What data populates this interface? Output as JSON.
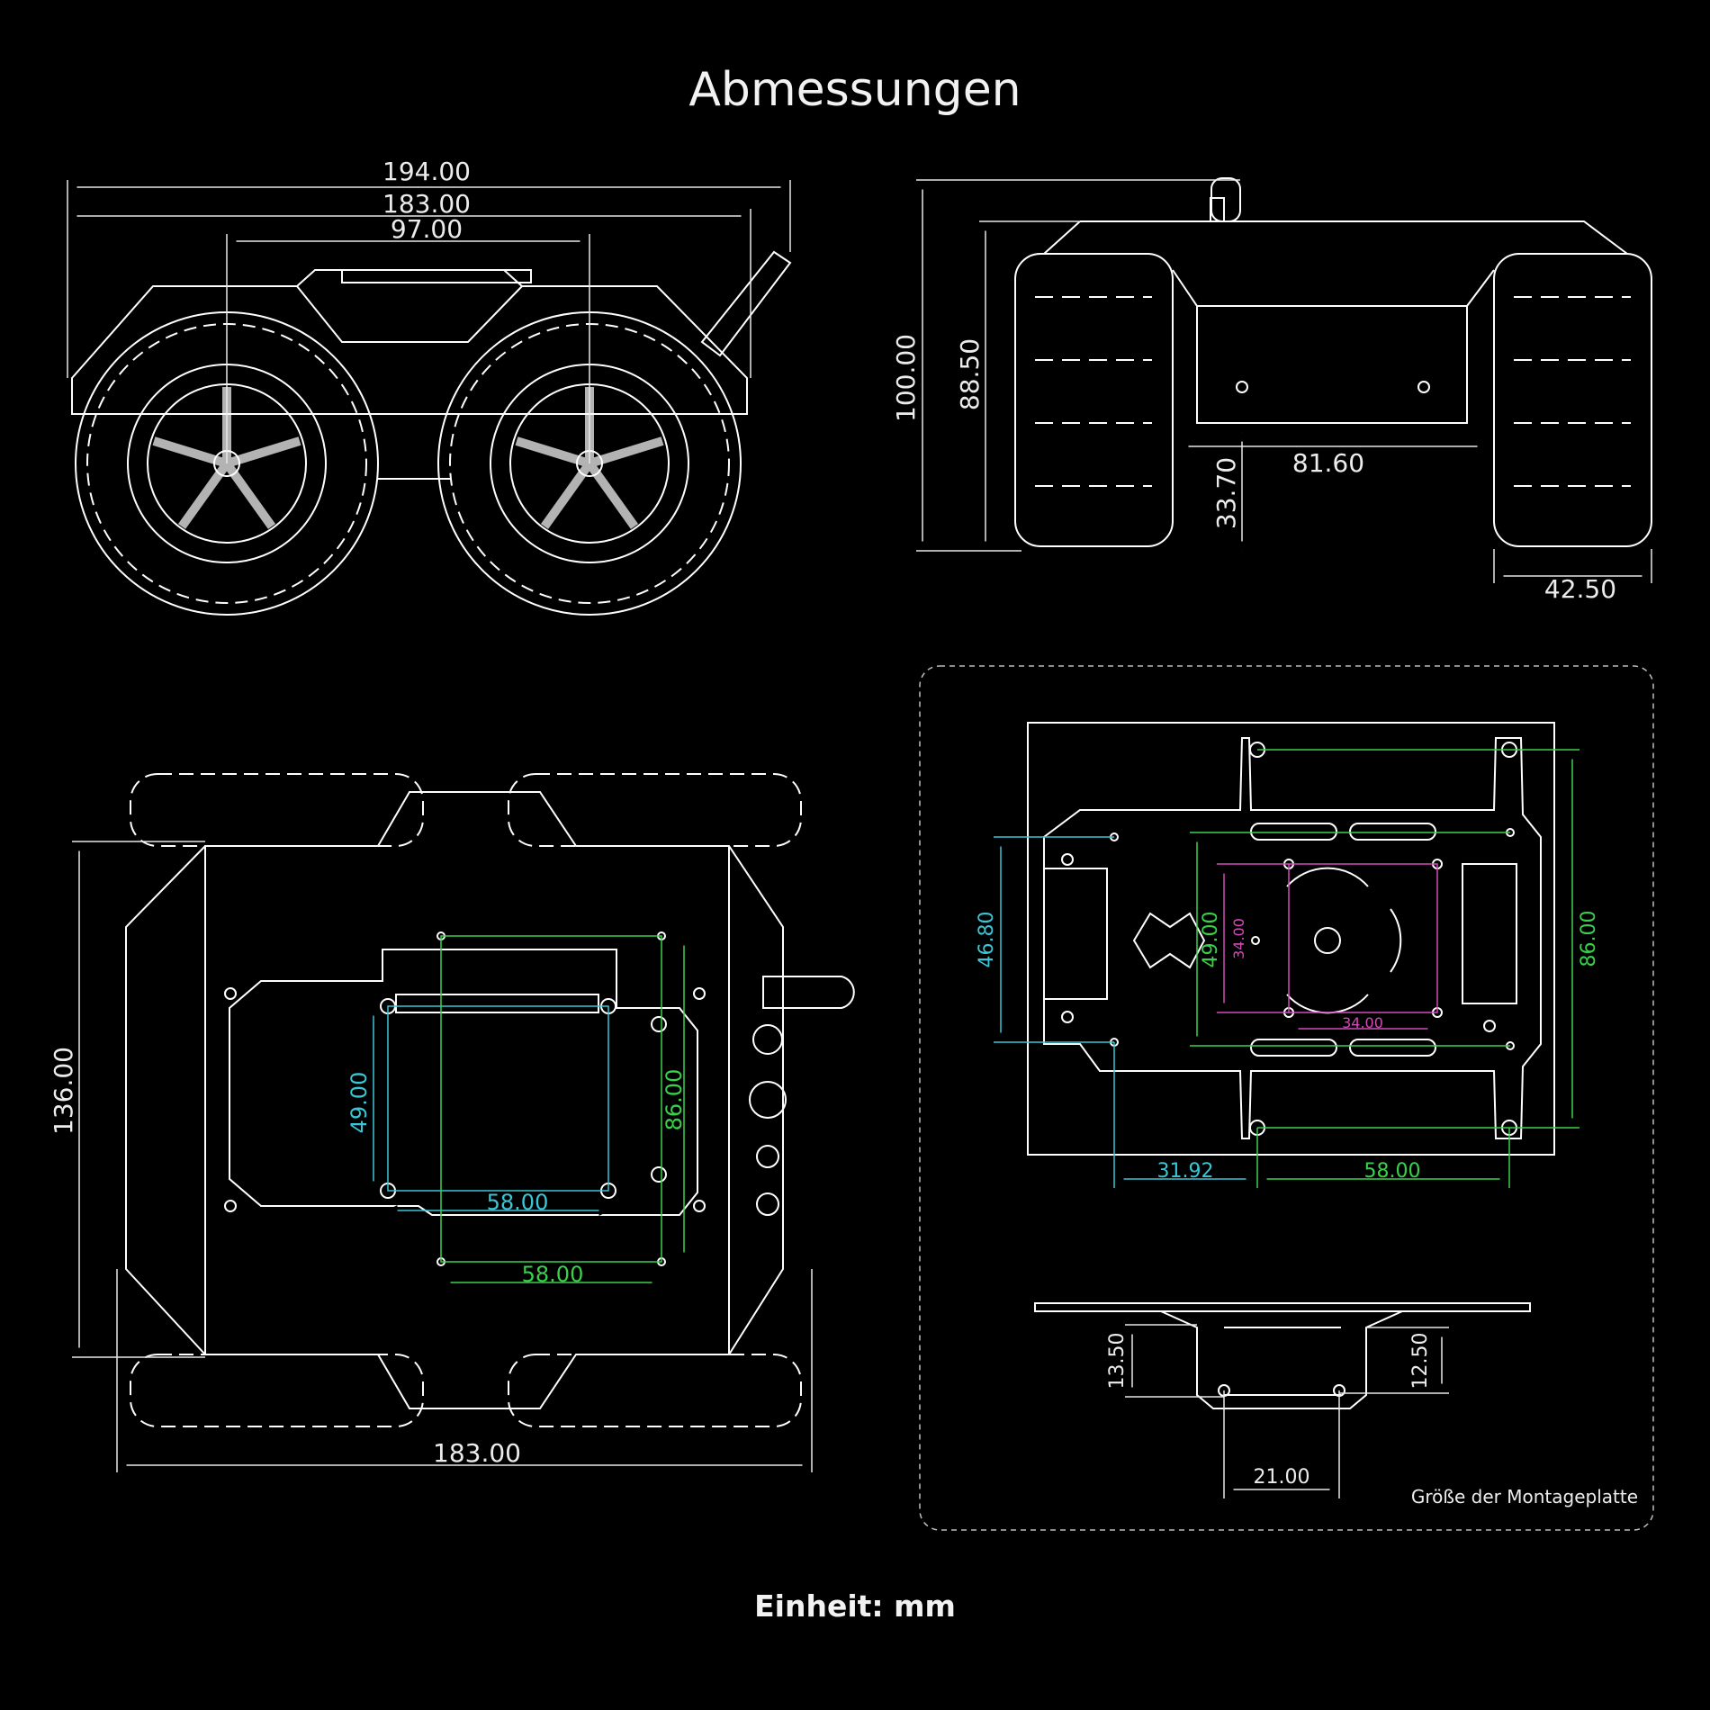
{
  "title": "Abmessungen",
  "footer": "Einheit: mm",
  "colors": {
    "background": "#000000",
    "line": "#ffffff",
    "dim_white": "#e8e8e8",
    "dim_cyan": "#39c6d6",
    "dim_green": "#3ad14a",
    "dim_magenta": "#d24ab8"
  },
  "side_view": {
    "overall_length": "194.00",
    "body_length": "183.00",
    "wheelbase": "97.00"
  },
  "front_view": {
    "overall_height": "100.00",
    "body_height": "88.50",
    "ground_clearance": "33.70",
    "inner_width": "81.60",
    "wheel_width": "42.50"
  },
  "top_view": {
    "body_width": "183.00",
    "body_depth": "136.00",
    "board_holes_h": "49.00",
    "board_holes_w": "58.00",
    "plate_holes_h": "86.00",
    "plate_holes_w": "58.00"
  },
  "mount_plate": {
    "caption": "Größe der Montageplatte",
    "side_offset_h": "46.80",
    "inner_holes_h": "49.00",
    "center_square_v": "34.00",
    "center_square_h": "34.00",
    "outer_holes_h": "86.00",
    "edge_offset_w": "31.92",
    "outer_holes_w": "58.00",
    "profile_left_h": "13.50",
    "profile_right_h": "12.50",
    "profile_width": "21.00"
  }
}
